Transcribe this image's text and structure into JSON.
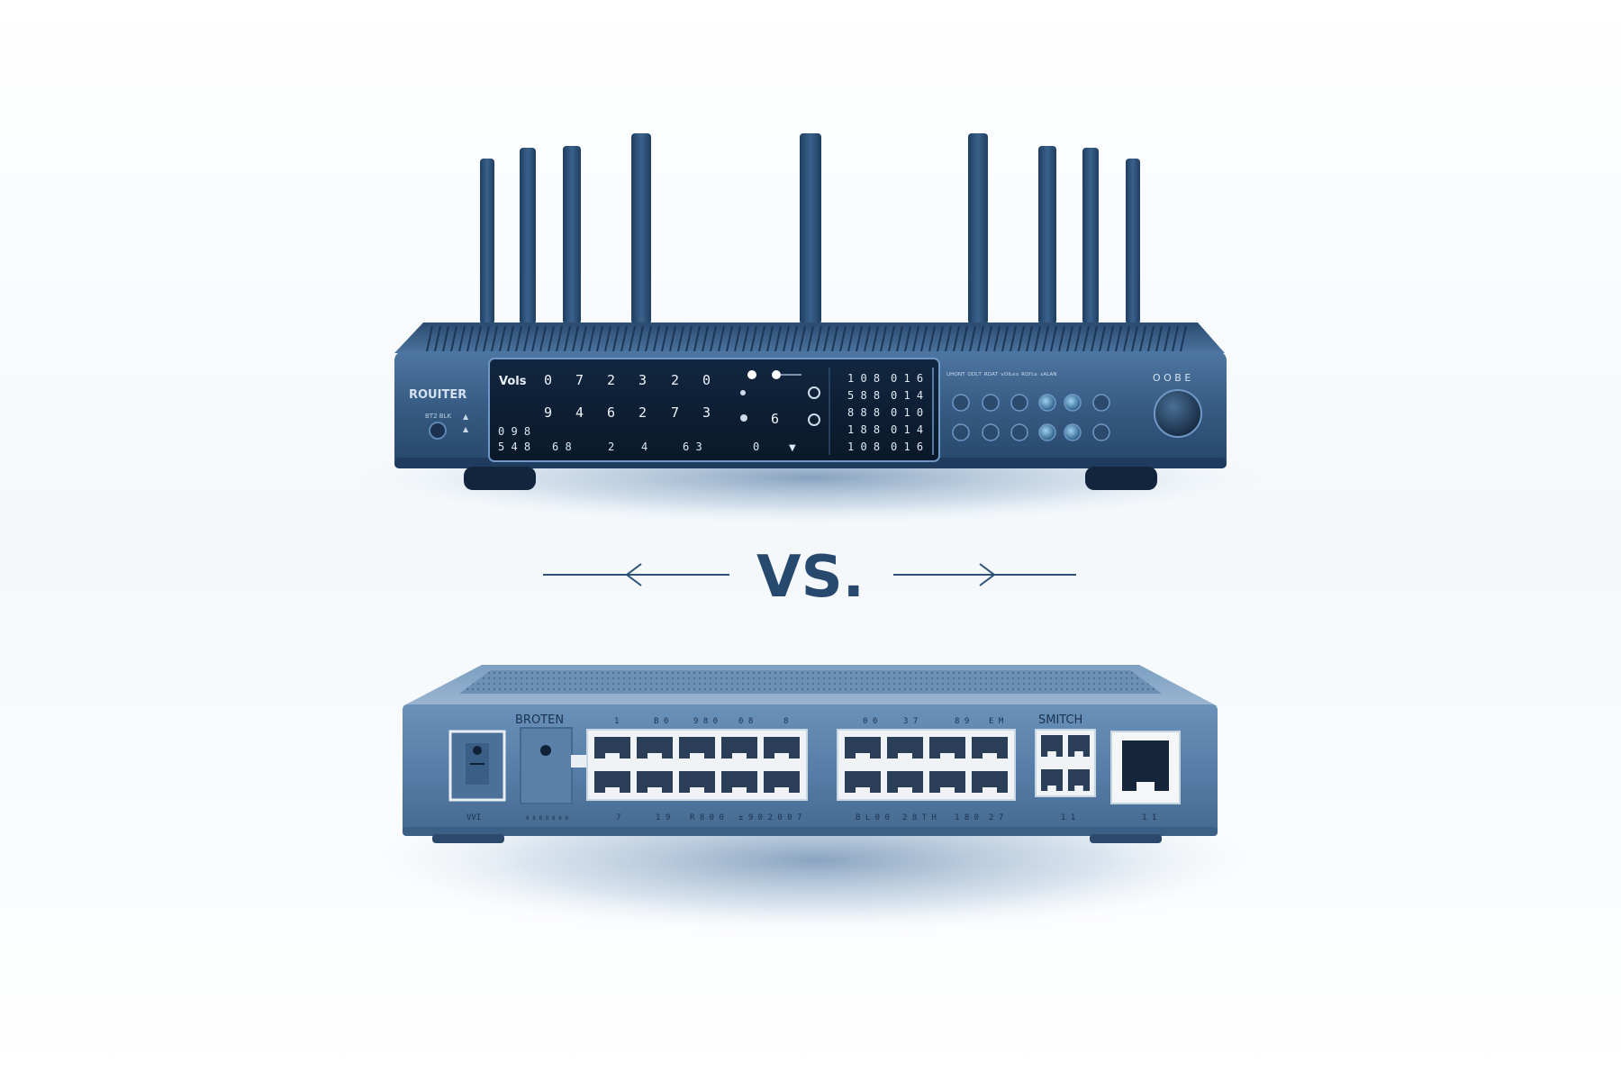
{
  "colors": {
    "body_dark": "#2e4d70",
    "body_mid": "#3e6690",
    "panel": "#0e1e33",
    "accent": "#6f98c6",
    "vs_text": "#27496e",
    "switch_body": "#5d85ae",
    "switch_top": "#8aa9c8",
    "port_frame": "#f2f4f6",
    "port_hole": "#2a3f57"
  },
  "router": {
    "brand_label": "ROUITER",
    "small_label": "BT2 BLK",
    "display_prefix": "Vols",
    "row1_digits": [
      "0",
      "7",
      "2",
      "3",
      "2",
      "0"
    ],
    "row2_digits": [
      "9",
      "4",
      "6",
      "2",
      "7",
      "3"
    ],
    "row3_left": [
      "0 9 8",
      "5 4 8"
    ],
    "row3_digits": [
      "6 8",
      "2",
      "4",
      "6 3"
    ],
    "center_digits": [
      "6",
      "0"
    ],
    "stats_rows": [
      [
        "1 0 8",
        "0 1 6"
      ],
      [
        "5 8 8",
        "0 1 4"
      ],
      [
        "8 8 8",
        "0 1 0"
      ],
      [
        "1 8 8",
        "0 1 4"
      ],
      [
        "1 0 8",
        "0 1 6"
      ]
    ],
    "header_text": "ᵁᴴᴼᴺᵀ ᴼᴰᴸᵀ ᴿᴰᴬᵀ ᵛᴰᴵᴸᵉˢ ᴿᴼᶠᴸᵉ ˢᴬᴸᴬᴺ",
    "knob_label": "O O B E"
  },
  "vs_text": "VS.",
  "switch": {
    "left_label": "BROTEN",
    "right_label": "SMITCH",
    "top_numbers": [
      "1",
      "B 0",
      "9 8 0",
      "0 8",
      "8",
      "0 0",
      "3 7",
      "8 9",
      "E M"
    ],
    "bottom_numbers": [
      "VVI",
      "8 8 8 8 8 8 8",
      "7",
      "1 9",
      "R 8  0 0",
      "± 9 0   2 0   0 7",
      "B L  0 0",
      "2 8  T H",
      "1  8  0",
      "2 7",
      "1 1",
      "1 1"
    ]
  }
}
